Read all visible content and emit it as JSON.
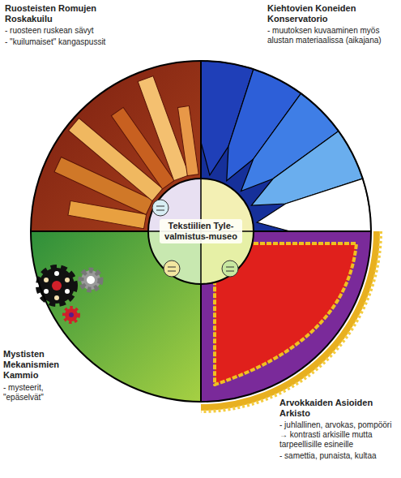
{
  "diagram": {
    "nodes": [
      {
        "text": [
          "Tekstiilien Tyle-valmistus-museo"
        ]
      }
    ],
    "labels": [
      "Ruosteisten Romujen Roskakuilu",
      "- ruosteen ruskean sävyt",
      "- \"kuilumaiset\" kangaspussit",
      "Kiehtovien Koneiden Konservatorio",
      "- muutoksen kuvaaminen myös alustan materiaalissa (aikajana)",
      "Mystisten Mekanismien Kammio",
      "- mysteerit, \"epäselvät\"",
      "Arvokkaiden Asioiden Arkisto",
      "- juhlallinen, arvokas, pompööri → kontrasti arkisille mutta tarpeellisille esineille",
      "- samettia, punaista, kultaa"
    ]
  }
}
